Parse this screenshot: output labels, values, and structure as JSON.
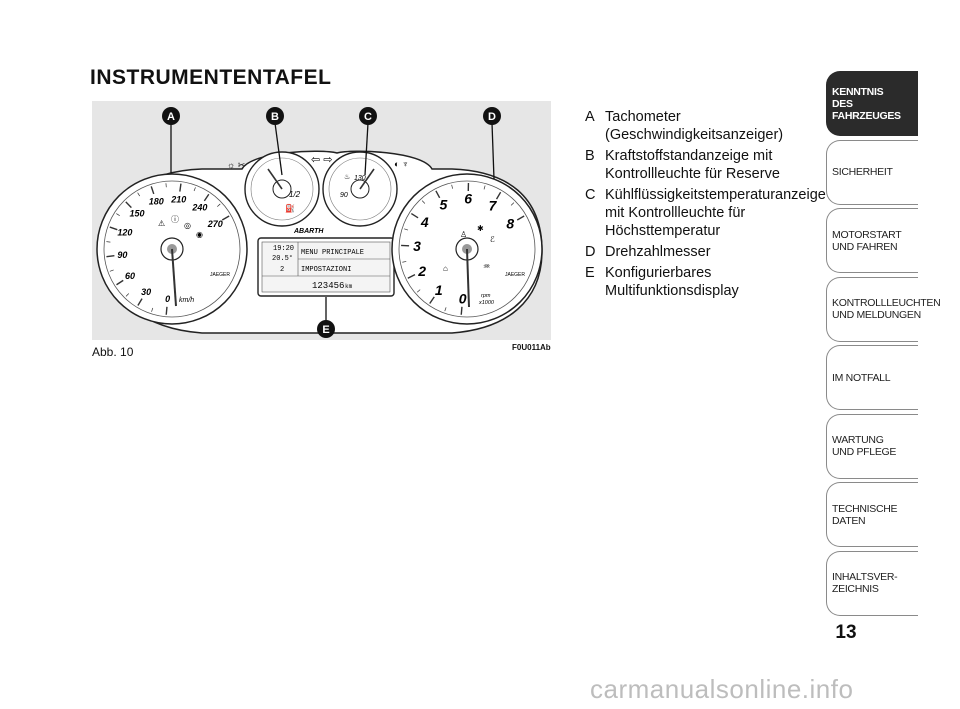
{
  "page": {
    "title": "INSTRUMENTENTAFEL",
    "number": "13",
    "footer_url": "carmanualsonline.info"
  },
  "figure": {
    "caption": "Abb. 10",
    "code": "F0U011Ab",
    "callouts": [
      "A",
      "B",
      "C",
      "D",
      "E"
    ],
    "brand": "ABARTH",
    "dial_maker": "JAEGER",
    "speedometer": {
      "ticks": [
        "0",
        "30",
        "60",
        "90",
        "120",
        "150",
        "180",
        "210",
        "240",
        "270"
      ],
      "unit": "km/h"
    },
    "fuel_gauge": {
      "ticks": [
        "1/2"
      ]
    },
    "temperature_gauge": {
      "ticks": [
        "90",
        "130"
      ]
    },
    "tachometer": {
      "ticks": [
        "0",
        "1",
        "2",
        "3",
        "4",
        "5",
        "6",
        "7",
        "8"
      ],
      "unit_line1": "rpm",
      "unit_line2": "x1000"
    },
    "display": {
      "time": "19:20",
      "temperature": "20.5°",
      "gear": "2",
      "menu": "MENU PRINCIPALE",
      "submenu": "IMPOSTAZIONI",
      "odometer": "123456",
      "odometer_unit": "km"
    }
  },
  "legend": [
    {
      "letter": "A",
      "text": "Tachometer\n(Geschwindigkeitsanzeiger)"
    },
    {
      "letter": "B",
      "text": "Kraftstoffstandanzeige mit\nKontrollleuchte für Reserve"
    },
    {
      "letter": "C",
      "text": "Kühlflüssigkeitstemperaturanzeige\nmit Kontrollleuchte für\nHöchsttemperatur"
    },
    {
      "letter": "D",
      "text": "Drehzahlmesser"
    },
    {
      "letter": "E",
      "text": "Konfigurierbares\nMultifunktionsdisplay"
    }
  ],
  "tabs": [
    {
      "label": "KENNTNIS\nDES FAHRZEUGES",
      "active": true
    },
    {
      "label": "SICHERHEIT",
      "active": false
    },
    {
      "label": "MOTORSTART\nUND FAHREN",
      "active": false
    },
    {
      "label": "KONTROLLLEUCHTEN\nUND MELDUNGEN",
      "active": false
    },
    {
      "label": "IM NOTFALL",
      "active": false
    },
    {
      "label": "WARTUNG\nUND PFLEGE",
      "active": false
    },
    {
      "label": "TECHNISCHE DATEN",
      "active": false
    },
    {
      "label": "INHALTSVER-\nZEICHNIS",
      "active": false
    }
  ]
}
